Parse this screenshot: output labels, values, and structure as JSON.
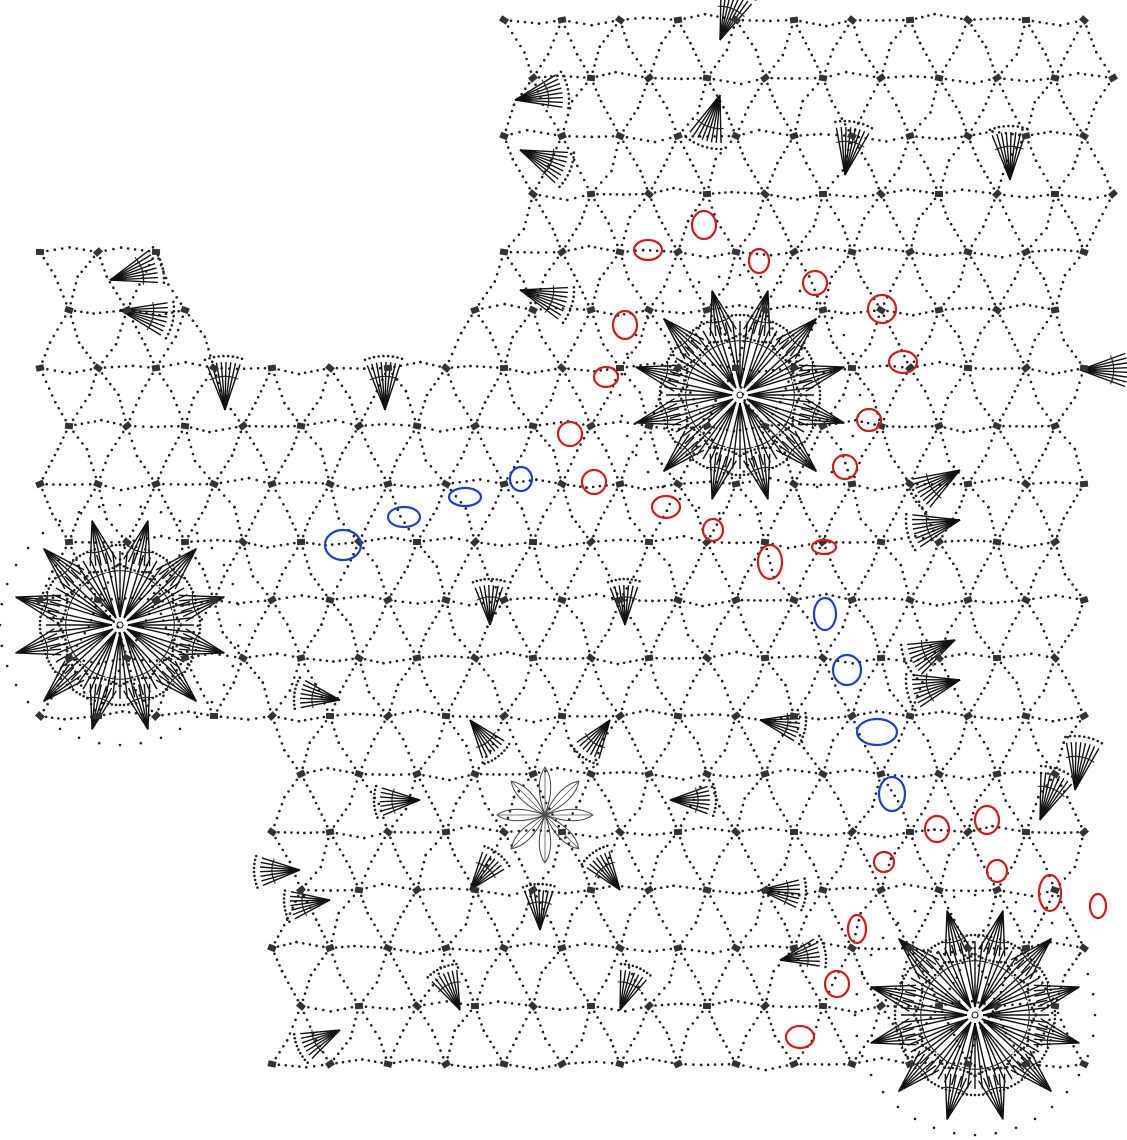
{
  "diagram": {
    "kind": "crochet-chart",
    "colors": {
      "ink": "#111111",
      "background": "#ffffff",
      "highlight_red": "#d21a1a",
      "highlight_blue": "#1f3fd1"
    },
    "motifs": [
      {
        "id": "center-flower",
        "role": "central-medallion",
        "petals": 8
      },
      {
        "id": "top-right-medallion",
        "role": "medallion",
        "petals": 12
      },
      {
        "id": "left-medallion",
        "role": "medallion",
        "petals": 12
      },
      {
        "id": "bottom-right-medallion",
        "role": "medallion",
        "petals": 12
      }
    ],
    "highlights": {
      "red_marked_stitches": 26,
      "blue_marked_stitches": 8
    }
  }
}
